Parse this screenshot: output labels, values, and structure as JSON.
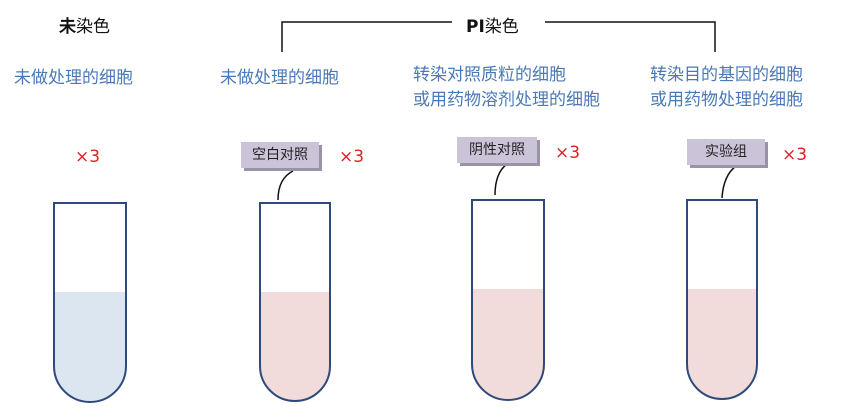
{
  "headers": {
    "unstained": {
      "bold": "未",
      "rest": "染色"
    },
    "pi": {
      "bold": "PI",
      "rest": "染色"
    }
  },
  "columns": [
    {
      "lines": [
        "未做处理的细胞"
      ],
      "replicate": "×3",
      "tag": "",
      "liquid_color": "#dce6f1"
    },
    {
      "lines": [
        "未做处理的细胞"
      ],
      "replicate": "×3",
      "tag": "空白对照",
      "liquid_color": "#f2dcdb"
    },
    {
      "lines": [
        "转染对照质粒的细胞",
        "或用药物溶剂处理的细胞"
      ],
      "replicate": "×3",
      "tag": "阴性对照",
      "liquid_color": "#f2dcdb"
    },
    {
      "lines": [
        "转染目的基因的细胞",
        "或用药物处理的细胞"
      ],
      "replicate": "×3",
      "tag": "实验组",
      "liquid_color": "#f2dcdb"
    }
  ],
  "colors": {
    "tube_outline": "#2e4a7a",
    "label_text": "#4a79b7",
    "replicate_text": "#e02020",
    "tag_fill": "#cbc4d9"
  }
}
